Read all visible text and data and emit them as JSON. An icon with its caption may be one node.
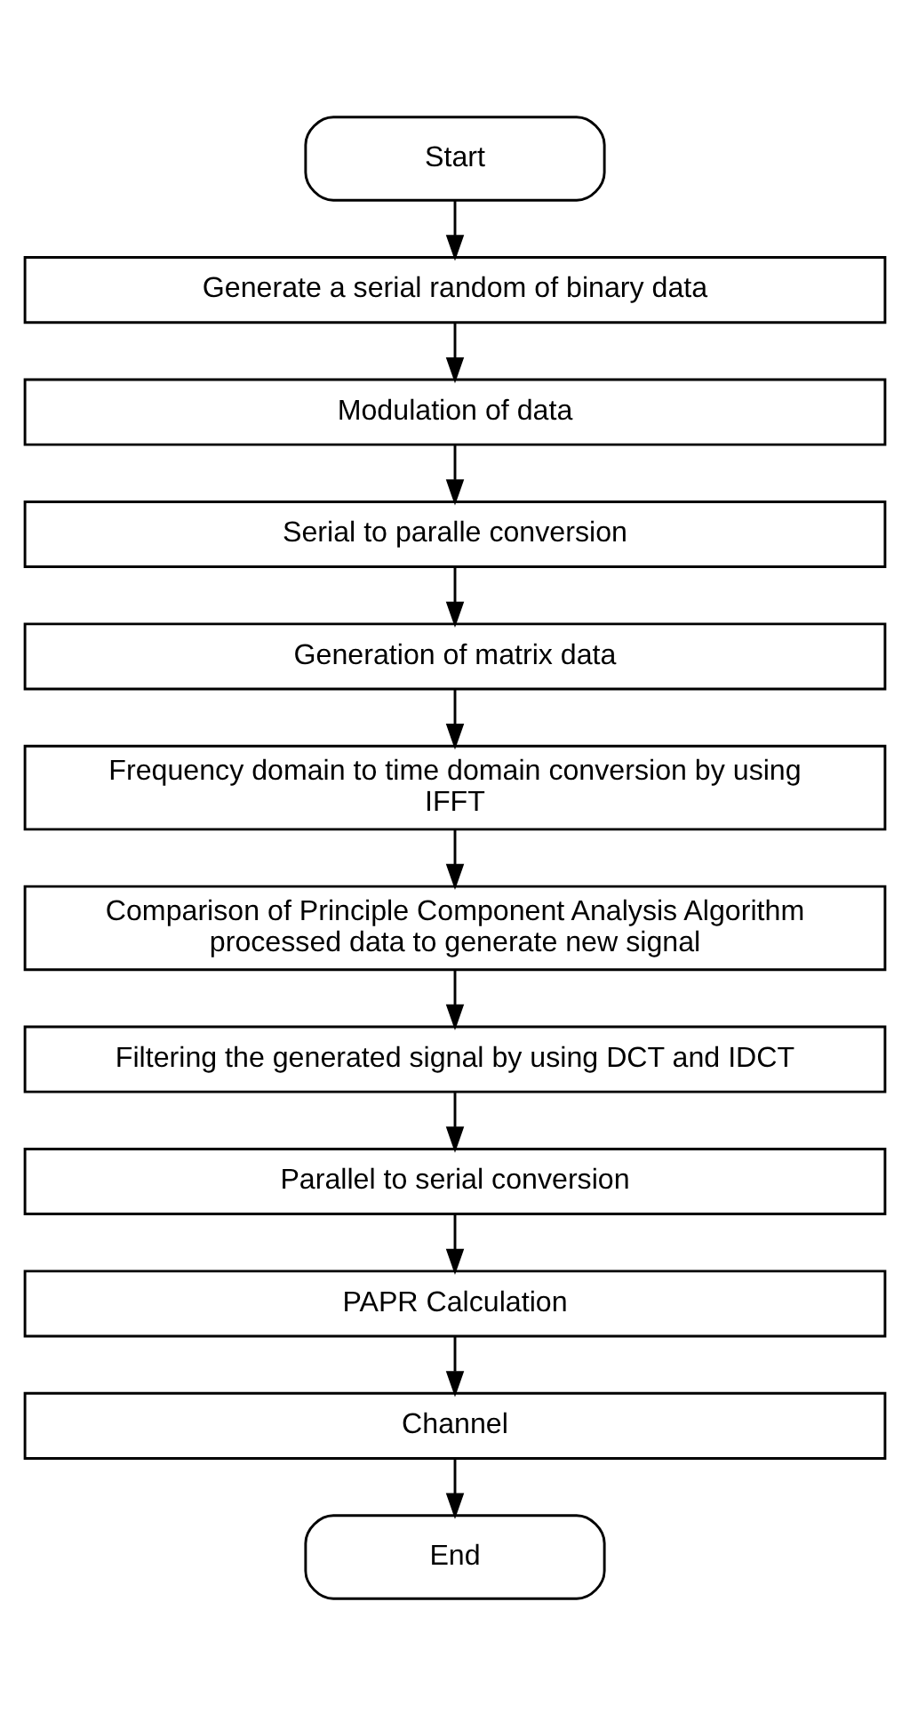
{
  "diagram": {
    "nodes": [
      {
        "text": [
          "Start"
        ]
      },
      {
        "text": [
          "Generate a serial random of binary data"
        ]
      },
      {
        "text": [
          "Modulation of data"
        ]
      },
      {
        "text": [
          "Serial to paralle conversion"
        ]
      },
      {
        "text": [
          "Generation of matrix data"
        ]
      },
      {
        "text": [
          "Frequency domain to time domain conversion by using IFFT"
        ]
      },
      {
        "text": [
          "Comparison of Principle Component Analysis Algorithm processed data to generate new signal"
        ]
      },
      {
        "text": [
          "Filtering the generated signal by using DCT and IDCT"
        ]
      },
      {
        "text": [
          "Parallel to serial conversion"
        ]
      },
      {
        "text": [
          "PAPR Calculation"
        ]
      },
      {
        "text": [
          "Channel"
        ]
      },
      {
        "text": [
          "End"
        ]
      }
    ],
    "edges": [
      {
        "from": 0,
        "to": 1,
        "arrow": "to"
      },
      {
        "from": 1,
        "to": 2,
        "arrow": "to"
      },
      {
        "from": 2,
        "to": 3,
        "arrow": "to"
      },
      {
        "from": 3,
        "to": 4,
        "arrow": "to"
      },
      {
        "from": 4,
        "to": 5,
        "arrow": "to"
      },
      {
        "from": 5,
        "to": 6,
        "arrow": "to"
      },
      {
        "from": 6,
        "to": 7,
        "arrow": "to"
      },
      {
        "from": 7,
        "to": 8,
        "arrow": "to"
      },
      {
        "from": 8,
        "to": 9,
        "arrow": "to"
      },
      {
        "from": 9,
        "to": 10,
        "arrow": "to"
      },
      {
        "from": 10,
        "to": 11,
        "arrow": "to"
      }
    ]
  }
}
